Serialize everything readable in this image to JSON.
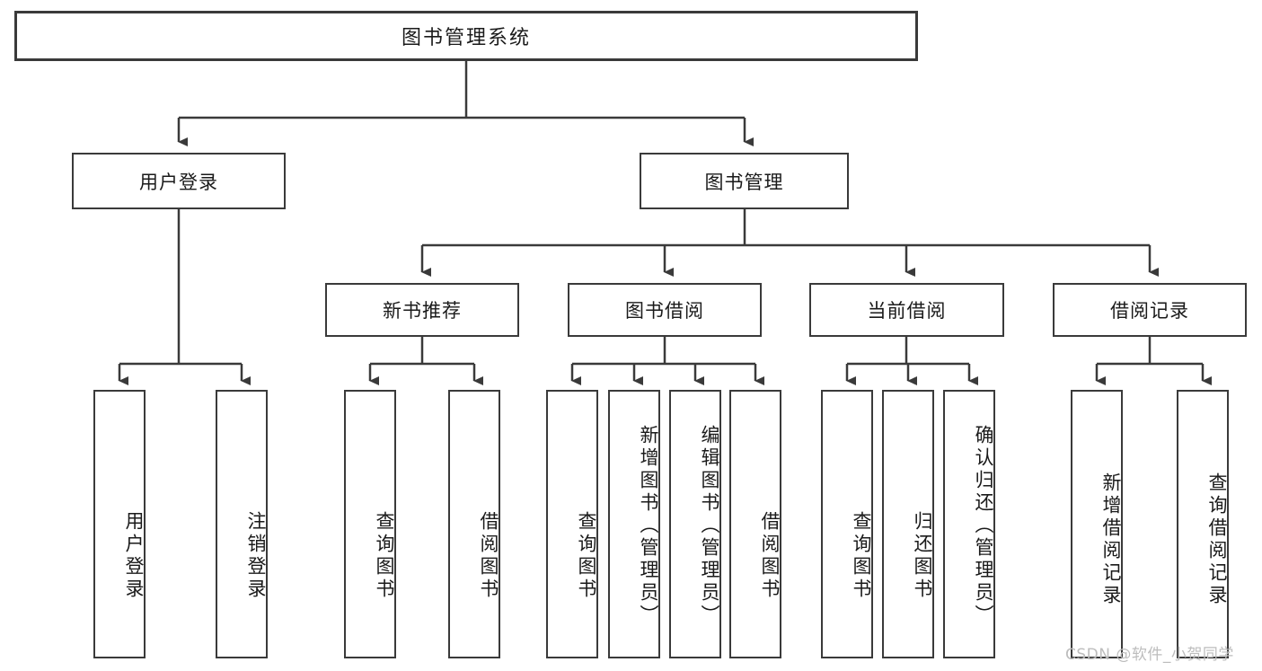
{
  "diagram": {
    "type": "tree-hierarchy",
    "title": "图书管理系统",
    "root": {
      "label": "图书管理系统"
    },
    "level1": [
      {
        "label": "用户登录"
      },
      {
        "label": "图书管理"
      }
    ],
    "level2": [
      {
        "label": "新书推荐"
      },
      {
        "label": "图书借阅"
      },
      {
        "label": "当前借阅"
      },
      {
        "label": "借阅记录"
      }
    ],
    "leaves": {
      "user_login": [
        {
          "label": "用户登录"
        },
        {
          "label": "注销登录"
        }
      ],
      "new_book_recommend": [
        {
          "label": "查询图书"
        },
        {
          "label": "借阅图书"
        }
      ],
      "book_borrow": [
        {
          "label": "查询图书"
        },
        {
          "label": "新增图书（管理员）"
        },
        {
          "label": "编辑图书（管理员）"
        },
        {
          "label": "借阅图书"
        }
      ],
      "current_borrow": [
        {
          "label": "查询图书"
        },
        {
          "label": "归还图书"
        },
        {
          "label": "确认归还（管理员）"
        }
      ],
      "borrow_record": [
        {
          "label": "新增借阅记录"
        },
        {
          "label": "查询借阅记录"
        }
      ]
    }
  },
  "watermark": {
    "text": "CSDN @软件_小贺同学"
  },
  "colors": {
    "stroke": "#3a3a3a",
    "background": "#ffffff",
    "text": "#1a1a1a",
    "watermark": "#bdbdbd"
  }
}
